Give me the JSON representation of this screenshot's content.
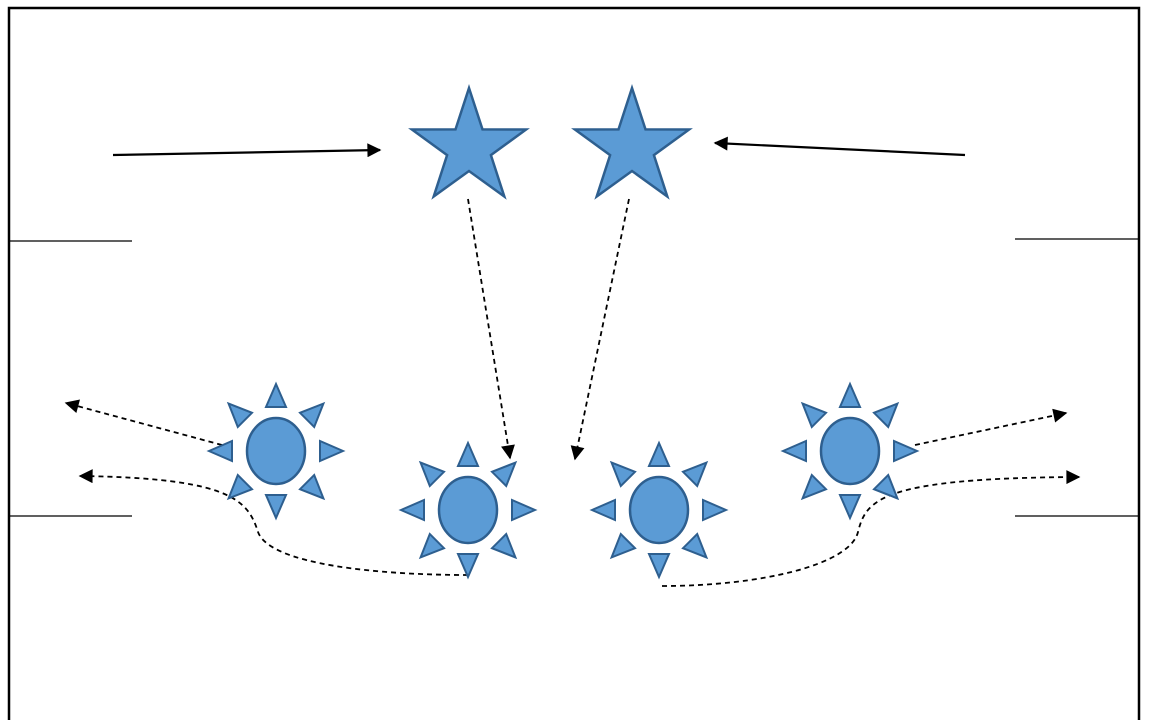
{
  "diagram": {
    "shape_fill": "#5b9bd5",
    "shape_stroke": "#2e5f8f",
    "line_color": "#000000",
    "frame_color": "#000000",
    "stars": [
      {
        "name": "star-left"
      },
      {
        "name": "star-right"
      }
    ],
    "suns": [
      {
        "name": "sun-outer-left"
      },
      {
        "name": "sun-inner-left"
      },
      {
        "name": "sun-inner-right"
      },
      {
        "name": "sun-outer-right"
      }
    ]
  }
}
